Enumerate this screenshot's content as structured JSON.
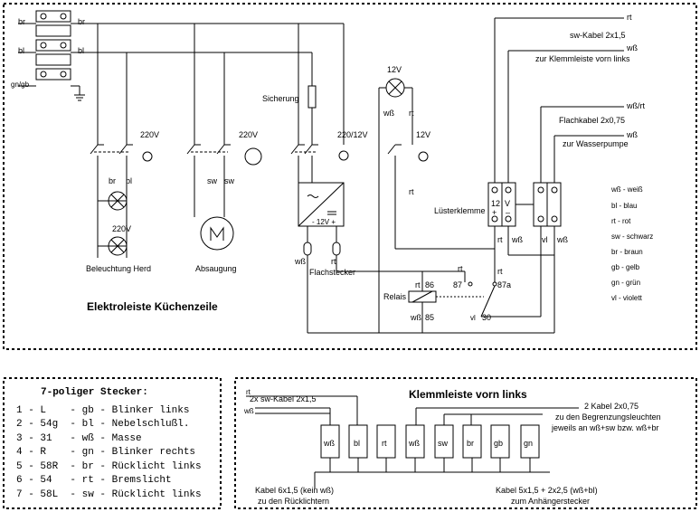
{
  "main": {
    "title": "Elektroleiste Küchenzeile",
    "terminals": {
      "br": "br",
      "bl": "bl",
      "gnge": "gn/gb"
    },
    "fuse_label": "Sicherung",
    "switch_labels": {
      "lamp1": "220V",
      "lamp_bot": "220V",
      "fan": "220V",
      "trafo": "220/12V",
      "lamp12_top": "12V",
      "lamp12_right": "12V",
      "wire_br": "br",
      "wire_bl": "bl",
      "wire_sw1": "sw",
      "wire_sw2": "sw"
    },
    "device_labels": {
      "herd": "Beleuchtung Herd",
      "absaugung": "Absaugung",
      "flachstecker": "Flachstecker",
      "wss": "wß",
      "rt": "rt"
    },
    "trafo_out": "- 12V +",
    "relay": {
      "label": "Relais",
      "p86": "86",
      "p85": "85",
      "p87": "87",
      "p87a": "87a",
      "p30": "30",
      "rt_a": "rt",
      "rt_b": "rt",
      "rt_c": "rt",
      "wss": "wß",
      "vl": "vl"
    },
    "luester": {
      "label": "Lüsterklemme",
      "v12": "12",
      "plus": "+",
      "v": "V",
      "minus": "–",
      "rt": "rt",
      "wss": "wß",
      "vl": "vl",
      "wss2": "wß",
      "wss_left": "wß",
      "rt_left": "rt"
    },
    "right_cables": [
      {
        "a": "rt"
      },
      {
        "a": "sw-Kabel 2x1,5"
      },
      {
        "a": "wß"
      },
      {
        "a": "zur Klemmleiste vorn links"
      },
      {
        "a": "wß/rt"
      },
      {
        "a": "Flachkabel 2x0,75"
      },
      {
        "a": "wß"
      },
      {
        "a": "zur Wasserpumpe"
      }
    ],
    "legend": [
      "wß - weiß",
      "bl - blau",
      "rt - rot",
      "sw - schwarz",
      "br - braun",
      "gb - gelb",
      "gn - grün",
      "vl - violett"
    ]
  },
  "stecker": {
    "title": "7-poliger Stecker:",
    "rows": [
      "1 - L    - gb - Blinker links",
      "2 - 54g  - bl - Nebelschlußl.",
      "3 - 31   - wß - Masse",
      "4 - R    - gn - Blinker rechts",
      "5 - 58R  - br - Rücklicht links",
      "6 - 54   - rt - Bremslicht",
      "7 - 58L  - sw - Rücklicht links"
    ]
  },
  "klemm": {
    "title": "Klemmleiste vorn links",
    "rt": "rt",
    "sw_kabel": "2x sw-Kabel 2x1,5",
    "wss": "wß",
    "terminals": [
      "wß",
      "bl",
      "rt",
      "wß",
      "sw",
      "br",
      "gb",
      "gn"
    ],
    "note_right": [
      "2 Kabel 2x0,75",
      "zu den Begrenzungsleuchten",
      "jeweils an wß+sw bzw. wß+br"
    ],
    "bottom_left": [
      "Kabel 6x1,5 (kein wß)",
      "zu den Rücklichtern"
    ],
    "bottom_right": [
      "Kabel 5x1,5 + 2x2,5 (wß+bl)",
      "zum Anhängerstecker"
    ]
  }
}
